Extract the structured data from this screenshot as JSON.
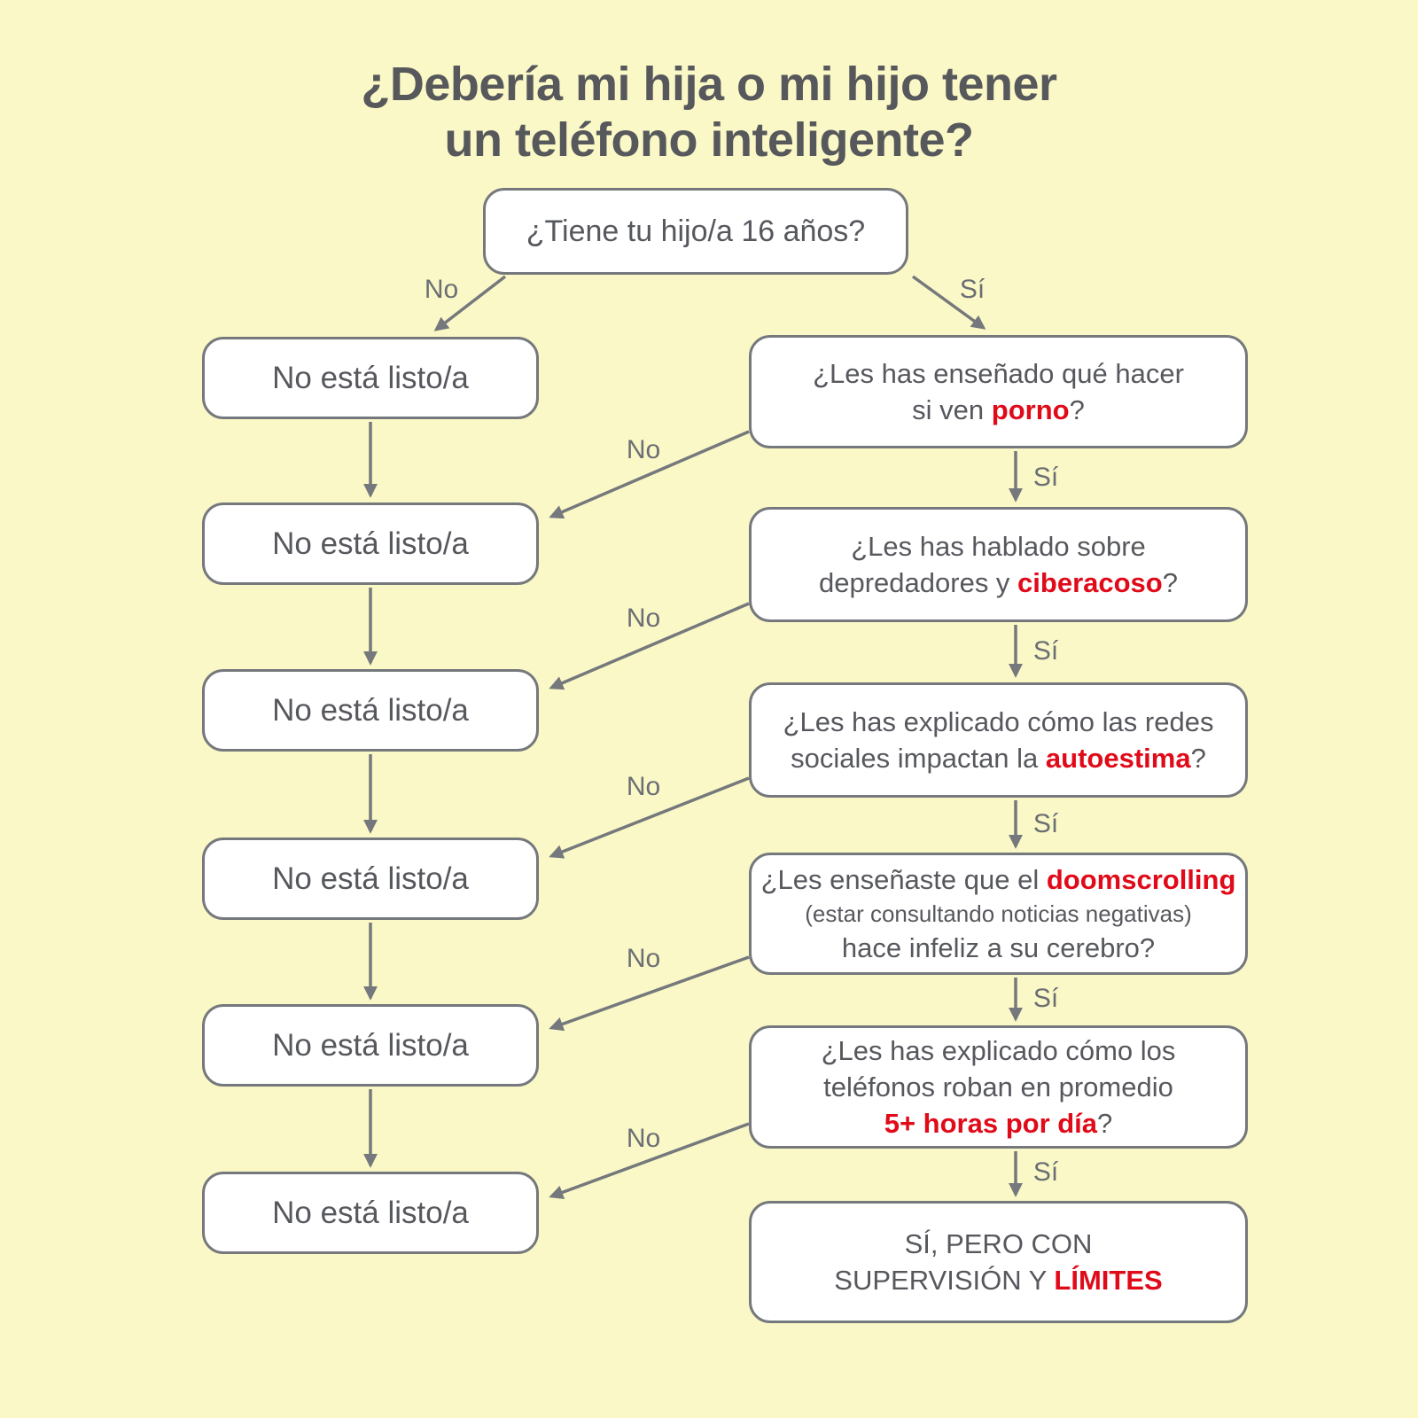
{
  "title": {
    "line1": "¿Debería mi hija o mi hijo tener",
    "line2": "un teléfono inteligente?"
  },
  "colors": {
    "background": "#FAF8C6",
    "box_fill": "#FFFFFF",
    "line_gray": "#75787C",
    "text_gray": "#56585D",
    "accent_red": "#E00A19"
  },
  "root": {
    "question": "¿Tiene tu hijo/a 16 años?"
  },
  "edge_labels": {
    "no": "No",
    "yes": "Sí"
  },
  "left_column": {
    "boxes": [
      {
        "label": "No está listo/a"
      },
      {
        "label": "No está listo/a"
      },
      {
        "label": "No está listo/a"
      },
      {
        "label": "No está listo/a"
      },
      {
        "label": "No está listo/a"
      },
      {
        "label": "No está listo/a"
      }
    ]
  },
  "right_column": {
    "boxes": [
      {
        "lines": [
          {
            "pre": "¿Les has enseñado qué hacer"
          },
          {
            "pre": "si ven ",
            "em": "porno",
            "post": "?"
          }
        ]
      },
      {
        "lines": [
          {
            "pre": "¿Les has hablado sobre"
          },
          {
            "pre": "depredadores y ",
            "em": "ciberacoso",
            "post": "?"
          }
        ]
      },
      {
        "lines": [
          {
            "pre": "¿Les has explicado cómo las redes"
          },
          {
            "pre": "sociales impactan la ",
            "em": "autoestima",
            "post": "?"
          }
        ]
      },
      {
        "lines": [
          {
            "pre": "¿Les enseñaste que el ",
            "em": "doomscrolling"
          },
          {
            "pre": "(estar consultando noticias negativas)"
          },
          {
            "pre": "hace infeliz a su cerebro?"
          }
        ]
      },
      {
        "lines": [
          {
            "pre": "¿Les has explicado cómo los"
          },
          {
            "pre": "teléfonos roban en promedio"
          },
          {
            "pre": "",
            "em": "5+ horas por día",
            "post": "?"
          }
        ]
      },
      {
        "lines": [
          {
            "pre": "SÍ, PERO CON"
          },
          {
            "pre": "SUPERVISIÓN Y ",
            "em": "LÍMITES"
          }
        ]
      }
    ]
  }
}
